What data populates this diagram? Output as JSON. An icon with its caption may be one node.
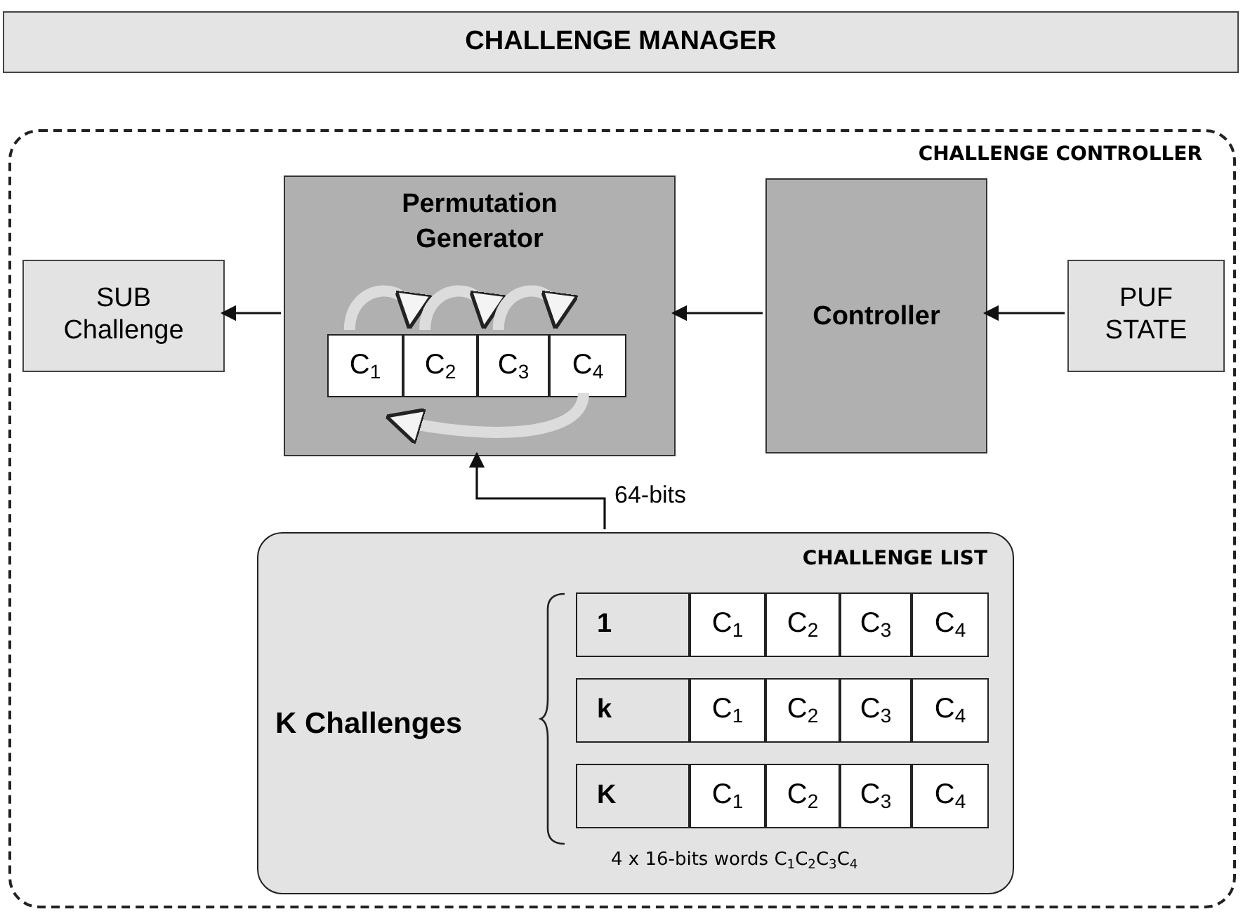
{
  "diagram": {
    "nodes": [
      {
        "text": [
          "CHALLENGE MANAGER"
        ]
      },
      {
        "text": [
          "CHALLENGE CONTROLLER"
        ]
      },
      {
        "text": [
          "SUB Challenge"
        ],
        "in": 1
      },
      {
        "text": [
          "Permutation Generator"
        ],
        "in": 1
      },
      {
        "text": [
          "C$_{1}$"
        ],
        "in": 3
      },
      {
        "text": [
          "C$_{2}$"
        ],
        "in": 3
      },
      {
        "text": [
          "C$_{3}$"
        ],
        "in": 3
      },
      {
        "text": [
          "C$_{4}$"
        ],
        "in": 3
      },
      {
        "text": [
          "Controller"
        ],
        "in": 1
      },
      {
        "text": [
          "PUF STATE"
        ],
        "in": 1
      },
      {
        "text": [
          "CHALLENGE LIST",
          "K Challenges",
          "4 x 16-bits words C$_{1}$C$_{2}$C$_{3}$C$_{4}$"
        ],
        "in": 1
      },
      {
        "text": [
          "1"
        ],
        "in": 10
      },
      {
        "text": [
          "C$_{1}$"
        ],
        "in": 10
      },
      {
        "text": [
          "C$_{2}$"
        ],
        "in": 10
      },
      {
        "text": [
          "C$_{3}$"
        ],
        "in": 10
      },
      {
        "text": [
          "C$_{4}$"
        ],
        "in": 10
      },
      {
        "text": [
          "k"
        ],
        "in": 10
      },
      {
        "text": [
          "C$_{1}$"
        ],
        "in": 10
      },
      {
        "text": [
          "C$_{2}$"
        ],
        "in": 10
      },
      {
        "text": [
          "C$_{3}$"
        ],
        "in": 10
      },
      {
        "text": [
          "C$_{4}$"
        ],
        "in": 10
      },
      {
        "text": [
          "K"
        ],
        "in": 10
      },
      {
        "text": [
          "C$_{1}$"
        ],
        "in": 10
      },
      {
        "text": [
          "C$_{2}$"
        ],
        "in": 10
      },
      {
        "text": [
          "C$_{3}$"
        ],
        "in": 10
      },
      {
        "text": [
          "C$_{4}$"
        ],
        "in": 10
      }
    ],
    "edges": [
      {
        "from": 3,
        "to": 2,
        "arrow": "to"
      },
      {
        "from": 8,
        "to": 3,
        "arrow": "to"
      },
      {
        "from": 9,
        "to": 8,
        "arrow": "to"
      },
      {
        "from": 10,
        "to": 3,
        "arrow": "to",
        "label": "64-bits"
      },
      {
        "from": 4,
        "to": 5,
        "arrow": "to",
        "style": "thick",
        "color": "#dcdcdc"
      },
      {
        "from": 5,
        "to": 6,
        "arrow": "to",
        "style": "thick",
        "color": "#dcdcdc"
      },
      {
        "from": 6,
        "to": 7,
        "arrow": "to",
        "style": "thick",
        "color": "#dcdcdc"
      },
      {
        "from": 7,
        "to": 4,
        "arrow": "to",
        "style": "thick",
        "color": "#dcdcdc"
      }
    ]
  }
}
